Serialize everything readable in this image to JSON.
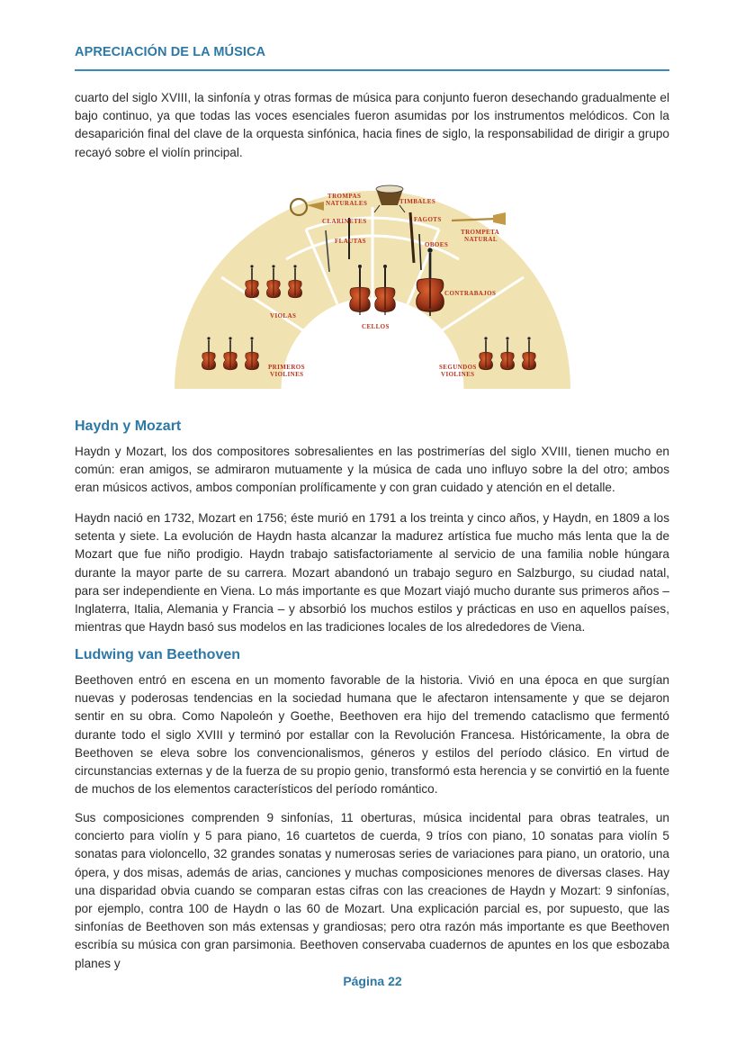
{
  "header": {
    "title": "APRECIACIÓN DE LA MÚSICA"
  },
  "intro": {
    "text": "cuarto del siglo XVIII, la sinfonía y otras formas de música para conjunto fueron desechando gradualmente el bajo continuo, ya que todas las voces esenciales fueron asumidas por los instrumentos melódicos. Con la desaparición final del clave de la orquesta sinfónica, hacia fines de siglo, la responsabilidad de dirigir a grupo recayó sobre el violín principal."
  },
  "figure": {
    "labels": {
      "trompas": [
        "TROMPAS",
        "NATURALES"
      ],
      "timbales": "TIMBALES",
      "clarinetes": "CLARINETES",
      "fagots": "FAGOTS",
      "trompeta": [
        "TROMPETA",
        "NATURAL"
      ],
      "flautas": "FLAUTAS",
      "oboes": "OBOES",
      "violas": "VIOLAS",
      "cellos": "CELLOS",
      "contrabajos": "CONTRABAJOS",
      "primeros": [
        "PRIMEROS",
        "VIOLINES"
      ],
      "segundos": [
        "SEGUNDOS",
        "VIOLINES"
      ]
    },
    "colors": {
      "floor": "#f1e2b2",
      "wood": "#a63a1c",
      "label": "#b8321f"
    }
  },
  "section1": {
    "heading": "Haydn y Mozart",
    "p1": "Haydn y Mozart, los dos compositores sobresalientes en las postrimerías del siglo XVIII, tienen mucho en común: eran amigos, se admiraron mutuamente y la música de cada uno influyo sobre la del otro; ambos eran músicos activos, ambos componían prolíficamente y con gran cuidado y atención en el detalle.",
    "p2": "Haydn nació en 1732, Mozart en 1756; éste murió en 1791 a los treinta y cinco años, y Haydn, en 1809 a los setenta y siete. La evolución de Haydn hasta alcanzar la madurez artística fue mucho más lenta que la de Mozart que fue niño prodigio. Haydn trabajo satisfactoriamente al servicio de una familia noble húngara durante la mayor parte de su carrera. Mozart abandonó un trabajo seguro en Salzburgo, su ciudad natal, para ser independiente en Viena. Lo más importante es que Mozart viajó mucho durante sus primeros años – Inglaterra, Italia, Alemania y Francia – y absorbió los muchos estilos y prácticas en uso en aquellos países, mientras que Haydn basó sus modelos en las tradiciones locales de los alrededores de Viena."
  },
  "section2": {
    "heading": "Ludwing van Beethoven",
    "p1": "Beethoven entró en escena en un momento favorable de la historia. Vivió en una época en que surgían nuevas y poderosas tendencias en la sociedad humana que le afectaron intensamente y que se dejaron sentir en su obra. Como Napoleón y Goethe, Beethoven era hijo del tremendo cataclismo que fermentó durante todo el siglo XVIII y terminó por estallar con la Revolución Francesa. Históricamente, la obra de Beethoven se eleva sobre los convencionalismos, géneros y estilos del período clásico. En virtud de circunstancias externas y de la fuerza de su propio genio, transformó esta herencia y se convirtió en la fuente de muchos de los elementos característicos del período romántico.",
    "p2": "Sus composiciones comprenden 9 sinfonías, 11 oberturas, música incidental para obras teatrales, un concierto para violín y 5 para piano, 16 cuartetos de cuerda, 9 tríos con piano, 10 sonatas para violín 5 sonatas para violoncello, 32 grandes sonatas y numerosas series de variaciones para piano, un oratorio, una ópera, y dos misas, además de arias, canciones y muchas composiciones menores de diversas clases. Hay una disparidad obvia cuando se comparan estas cifras con las creaciones de Haydn y Mozart: 9 sinfonías, por ejemplo, contra 100 de Haydn o las 60 de Mozart. Una explicación parcial es, por supuesto, que las sinfonías de Beethoven son más extensas y grandiosas; pero otra razón más importante es que Beethoven escribía su música con gran parsimonia.  Beethoven conservaba cuadernos de apuntes en los que esbozaba planes y"
  },
  "footer": {
    "page": "Página 22"
  }
}
